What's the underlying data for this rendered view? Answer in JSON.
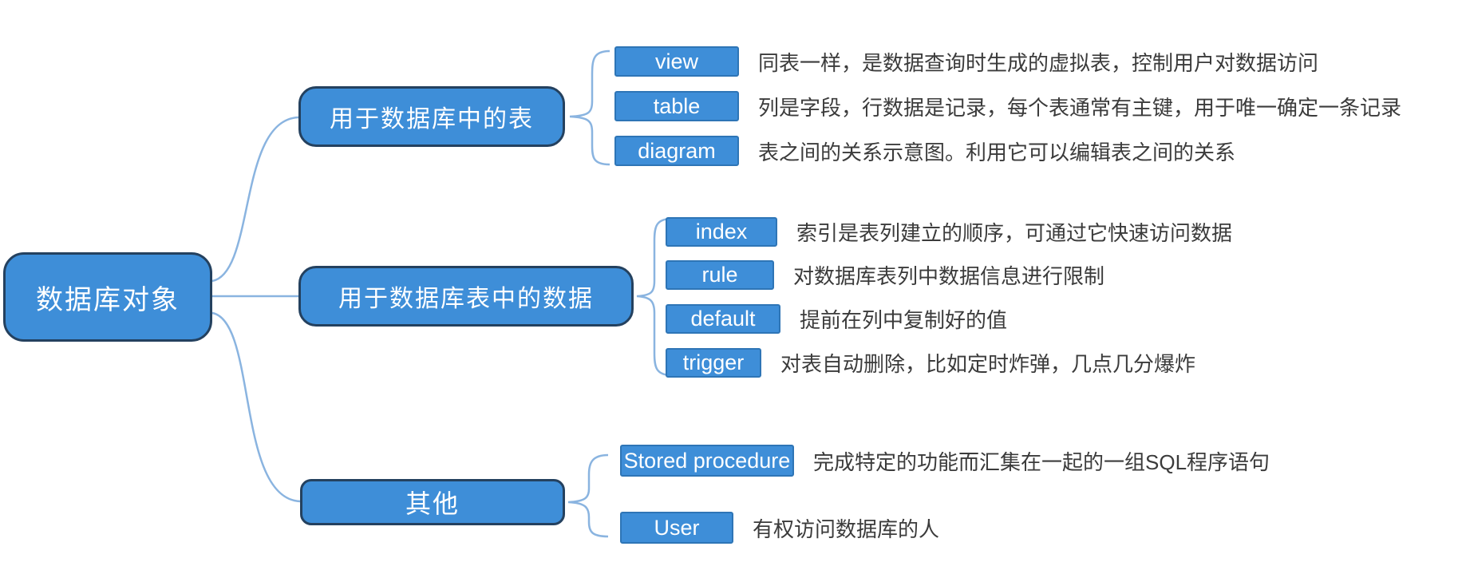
{
  "root": {
    "label": "数据库对象"
  },
  "branches": [
    {
      "label": "用于数据库中的表",
      "children": [
        {
          "label": "view",
          "desc": "同表一样，是数据查询时生成的虚拟表，控制用户对数据访问"
        },
        {
          "label": "table",
          "desc": "列是字段，行数据是记录，每个表通常有主键，用于唯一确定一条记录"
        },
        {
          "label": "diagram",
          "desc": "表之间的关系示意图。利用它可以编辑表之间的关系"
        }
      ]
    },
    {
      "label": "用于数据库表中的数据",
      "children": [
        {
          "label": "index",
          "desc": "索引是表列建立的顺序，可通过它快速访问数据"
        },
        {
          "label": "rule",
          "desc": "对数据库表列中数据信息进行限制"
        },
        {
          "label": "default",
          "desc": "提前在列中复制好的值"
        },
        {
          "label": "trigger",
          "desc": "对表自动删除，比如定时炸弹，几点几分爆炸"
        }
      ]
    },
    {
      "label": "其他",
      "children": [
        {
          "label": "Stored procedure",
          "desc": "完成特定的功能而汇集在一起的一组SQL程序语句"
        },
        {
          "label": "User",
          "desc": "有权访问数据库的人"
        }
      ]
    }
  ],
  "colors": {
    "node_fill": "#3e8ed8",
    "node_border_dark": "#24415f",
    "leaf_border": "#2e75b6",
    "connector": "#8ab4e0",
    "node_text": "#ffffff",
    "desc_text": "#3b3b3b"
  }
}
